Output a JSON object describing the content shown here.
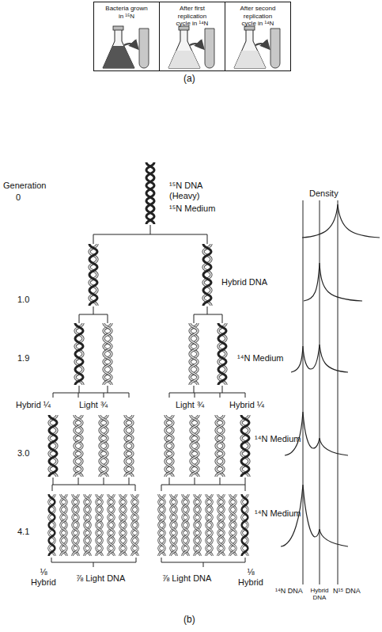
{
  "diagram": {
    "nodes": [
      {
        "text": [
          "Bacteria grown in ¹⁵N"
        ]
      },
      {
        "text": [
          "After first replication cycle in ¹⁴N"
        ]
      },
      {
        "text": [
          "After second replication cycle in ¹⁴N"
        ]
      }
    ],
    "labels": [
      "(a)",
      "Generation",
      "0",
      "¹⁵N DNA (Heavy)",
      "¹⁵N Medium",
      "1.0",
      "Hybrid DNA",
      "1.9",
      "¹⁴N Medium",
      "Hybrid ¼",
      "Light ¾",
      "Light ¾",
      "Hybrid ¼",
      "3.0",
      "¹⁴N Medium",
      "4.1",
      "¹⁴N Medium",
      "⅛ Hybrid",
      "⅞ Light DNA",
      "⅞ Light DNA",
      "⅛ Hybrid",
      "Density",
      "¹⁴N DNA",
      "Hybrid DNA",
      "N¹⁵ DNA",
      "(b)"
    ]
  }
}
